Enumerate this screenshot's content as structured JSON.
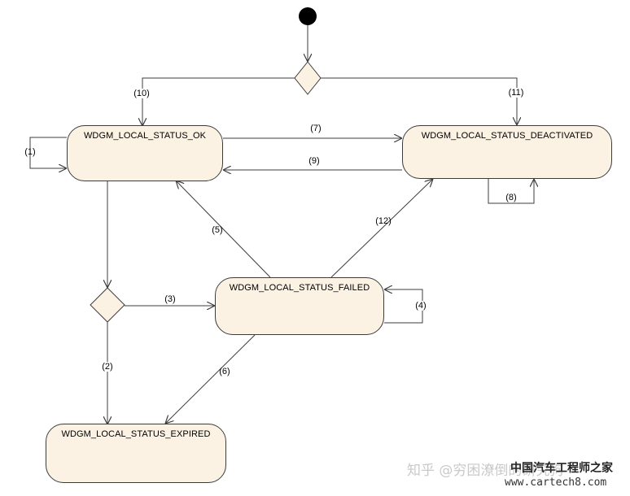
{
  "states": {
    "ok": "WDGM_LOCAL_STATUS_OK",
    "deactivated": "WDGM_LOCAL_STATUS_DEACTIVATED",
    "failed": "WDGM_LOCAL_STATUS_FAILED",
    "expired": "WDGM_LOCAL_STATUS_EXPIRED"
  },
  "transitions": {
    "t1": "(1)",
    "t2": "(2)",
    "t3": "(3)",
    "t4": "(4)",
    "t5": "(5)",
    "t6": "(6)",
    "t7": "(7)",
    "t8": "(8)",
    "t9": "(9)",
    "t10": "(10)",
    "t11": "(11)",
    "t12": "(12)"
  },
  "watermark": {
    "zhihu": "知乎 @穷困潦倒的研究狗",
    "site_cn": "中国汽车工程师之家",
    "site_url": "www.cartech8.com"
  },
  "colors": {
    "state_fill": "#fbf2e4",
    "line": "#3c3c3c"
  }
}
